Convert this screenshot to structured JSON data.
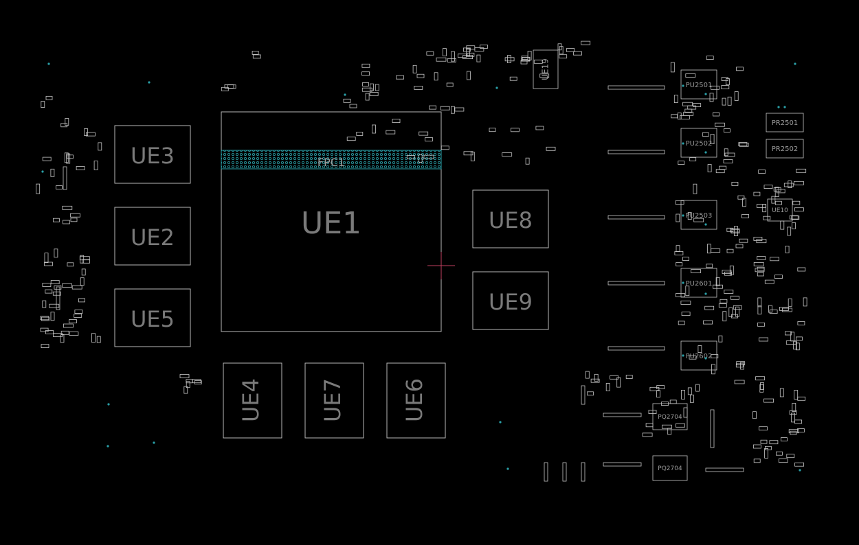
{
  "colors": {
    "background": "#000000",
    "outline": "#c8c8c8",
    "label": "#7a7a7a",
    "highlight": "#2aa0a8",
    "cursor": "#c04060"
  },
  "components": {
    "ue1": "UE1",
    "ue2": "UE2",
    "ue3": "UE3",
    "ue4": "UE4",
    "ue5": "UE5",
    "ue6": "UE6",
    "ue7": "UE7",
    "ue8": "UE8",
    "ue9": "UE9",
    "ue10": "UE10",
    "ue19": "UE19",
    "fpc1": "FPC1",
    "pu2501": "PU2501",
    "pu2502": "PU2502",
    "pu2503": "PU2503",
    "pu2601": "PU2601",
    "pu2602": "PU2602",
    "pr2501": "PR2501",
    "pr2502": "PR2502",
    "pq2704a": "PQ2704",
    "pq2704b": "PQ2704"
  }
}
